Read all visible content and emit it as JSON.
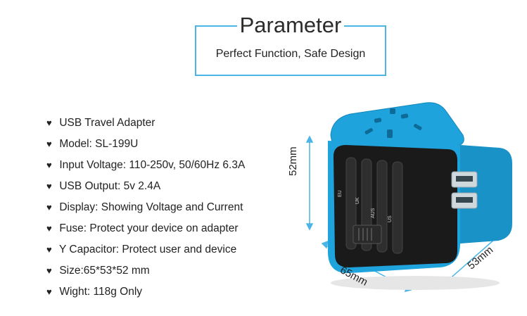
{
  "header": {
    "title": "Parameter",
    "subtitle": "Perfect Function, Safe Design"
  },
  "specs": [
    "USB Travel Adapter",
    "Model: SL-199U",
    "Input Voltage: 110-250v, 50/60Hz 6.3A",
    "USB Output: 5v 2.4A",
    "Display: Showing Voltage and Current",
    "Fuse: Protect your device on adapter",
    "Y Capacitor: Protect user and device",
    "Size:65*53*52 mm",
    "Wight: 118g Only"
  ],
  "bullet": "♥",
  "dimensions": {
    "height": "52mm",
    "depth": "65mm",
    "width": "53mm"
  },
  "plug_labels": [
    "EU",
    "UK",
    "AUS",
    "US"
  ],
  "colors": {
    "accent": "#4bb6e6",
    "adapter_blue": "#1fa3dd",
    "adapter_dark": "#1a1a1a"
  }
}
